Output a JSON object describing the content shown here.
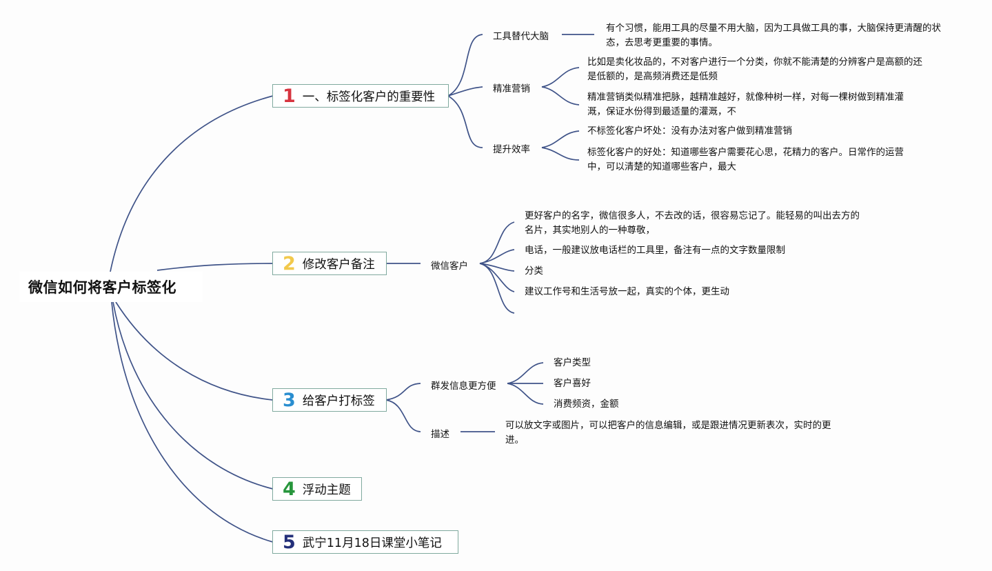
{
  "root": {
    "title": "微信如何将客户标签化"
  },
  "colors": {
    "line": "#3f5388",
    "topic_border": "#7fa99e",
    "n1": "#d7343f",
    "n2": "#f2c94c",
    "n3": "#2a8ed0",
    "n4": "#27963c",
    "n5": "#24307a"
  },
  "topics": [
    {
      "num": "1",
      "label": "一、标签化客户的重要性",
      "children": [
        {
          "label": "工具替代大脑",
          "leaves": [
            "有个习惯，能用工具的尽量不用大脑，因为工具做工具的事，大脑保持更清醒的状态，去思考更重要的事情。"
          ]
        },
        {
          "label": "精准营销",
          "leaves": [
            "比如是卖化妆品的，不对客户进行一个分类，你就不能清楚的分辨客户是高额的还是低额的，是高频消费还是低频",
            "精准营销类似精准把脉，越精准越好，就像种树一样，对每一棵树做到精准灌溉，保证水份得到最适量的灌溉，不"
          ]
        },
        {
          "label": "提升效率",
          "leaves": [
            "不标签化客户坏处：没有办法对客户做到精准营销",
            "标签化客户的好处：知道哪些客户需要花心思，花精力的客户。日常作的运营中，可以清楚的知道哪些客户，最大"
          ]
        }
      ]
    },
    {
      "num": "2",
      "label": "修改客户备注",
      "children": [
        {
          "label": "微信客户",
          "leaves": [
            "更好客户的名字，微信很多人，不去改的话，很容易忘记了。能轻易的叫出去方的名片，其实地别人的一种尊敬，",
            "电话，一般建议放电话栏的工具里，备注有一点的文字数量限制",
            "分类",
            "建议工作号和生活号放一起，真实的个体，更生动"
          ]
        }
      ]
    },
    {
      "num": "3",
      "label": "给客户打标签",
      "children": [
        {
          "label": "群发信息更方便",
          "leaves": [
            "客户类型",
            "客户喜好",
            "消费频资，金额"
          ]
        },
        {
          "label": "描述",
          "leaves": [
            "可以放文字或图片，可以把客户的信息编辑，或是跟进情况更新表次，实时的更进。"
          ]
        }
      ]
    },
    {
      "num": "4",
      "label": "浮动主题",
      "children": []
    },
    {
      "num": "5",
      "label": "武宁11月18日课堂小笔记",
      "children": []
    }
  ]
}
